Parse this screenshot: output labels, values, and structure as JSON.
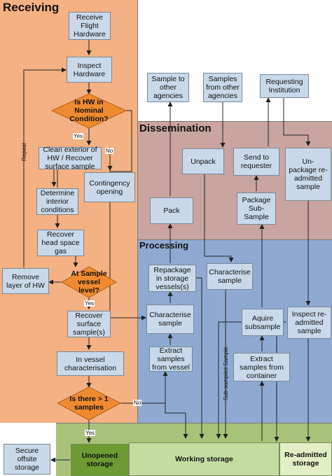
{
  "regions": {
    "receiving": "Receiving",
    "dissemination": "Dissemination",
    "processing": "Processing"
  },
  "nodes": {
    "receive_flight_hardware": "Receive\nFlight\nHardware",
    "inspect_hardware": "Inspect\nHardware",
    "clean_exterior": "Clean exterior of\nHW / Recover\nsurface sample",
    "determine_interior": "Determine\ninterior\nconditions",
    "recover_head_space_gas": "Recover\nhead space\ngas",
    "remove_layer": "Remove\nlayer of HW",
    "recover_surface_samples": "Recover\nsurface\nsample(s)",
    "in_vessel_characterisation": "In vessel\ncharacterisation",
    "contingency_opening": "Contingency\nopening",
    "sample_to_other_agencies": "Sample to\nother\nagencies",
    "samples_from_other_agencies": "Samples\nfrom other\nagencies",
    "requesting_institution": "Requesting\nInstitution",
    "unpack": "Unpack",
    "send_to_requester": "Send to\nrequester",
    "unpackage_readmitted": "Un-\npackage re-\nadmitted\nsample",
    "pack": "Pack",
    "package_subsample": "Package\nSub-\nSample",
    "repackage_storage_vessels": "Repackage\nin storage\nvessels(s)",
    "characterise_sample_right": "Characterise\nsample",
    "characterise_sample_left": "Characterise\nsample",
    "aquire_subsample": "Aquire\nsubsample",
    "inspect_readmitted": "Inspect re-\nadmitted\nsample",
    "extract_samples_from_vessel": "Extract\nsamples\nfrom vessel",
    "extract_samples_from_container": "Extract\nsamples from\ncontainer",
    "secure_offsite_storage": "Secure\noffsite\nstorage"
  },
  "decisions": {
    "hw_nominal": "Is HW in\nNominal\nCondition?",
    "sample_vessel_level": "At Sample\nvessel\nlevel?",
    "more_than_one": "Is there > 1\nsamples"
  },
  "storage": {
    "unopened": "Unopened\nstorage",
    "working": "Working storage",
    "readmitted": "Re-admitted\nstorage"
  },
  "edge_labels": {
    "yes_1": "Yes",
    "no_1": "No",
    "yes_2": "Yes",
    "no_3": "No",
    "yes_3": "Yes",
    "repeat": "Repeat",
    "sub_sampled": "Sub-sampled Sample"
  },
  "colors": {
    "receiving_bg": "#f4b183",
    "dissemination_bg": "#c9a4a1",
    "processing_bg": "#8eaad3",
    "node_fill": "#c9d9ea",
    "decision_fill": "#f08a30",
    "storage_unopened": "#6e9a34",
    "storage_working": "#c5dca0",
    "storage_readmitted": "#e2eec4",
    "storage_band": "#a9c27a"
  }
}
